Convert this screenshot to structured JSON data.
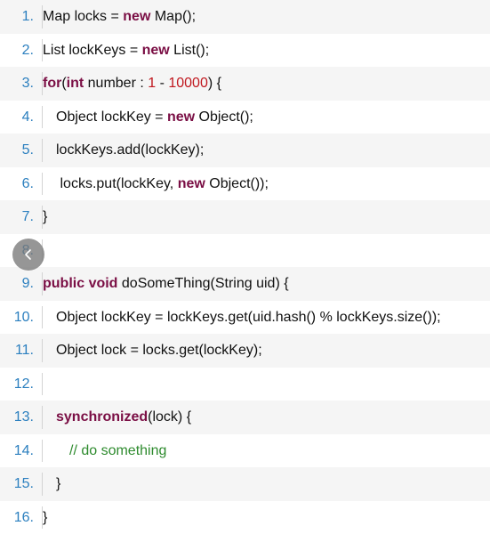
{
  "lines": [
    {
      "n": "1.",
      "indent": 0,
      "tokens": [
        [
          "t",
          "Map locks = "
        ],
        [
          "kw",
          "new"
        ],
        [
          "t",
          " Map();"
        ]
      ]
    },
    {
      "n": "2.",
      "indent": 0,
      "tokens": [
        [
          "t",
          "List lockKeys = "
        ],
        [
          "kw",
          "new"
        ],
        [
          "t",
          " List();"
        ]
      ]
    },
    {
      "n": "3.",
      "indent": 0,
      "tokens": [
        [
          "kw",
          "for"
        ],
        [
          "t",
          "("
        ],
        [
          "kw",
          "int"
        ],
        [
          "t",
          " number : "
        ],
        [
          "num",
          "1"
        ],
        [
          "t",
          " - "
        ],
        [
          "num",
          "10000"
        ],
        [
          "t",
          ") {"
        ]
      ]
    },
    {
      "n": "4.",
      "indent": 1,
      "tokens": [
        [
          "t",
          "Object lockKey = "
        ],
        [
          "kw",
          "new"
        ],
        [
          "t",
          " Object();"
        ]
      ]
    },
    {
      "n": "5.",
      "indent": 1,
      "tokens": [
        [
          "t",
          "lockKeys.add(lockKey);"
        ]
      ]
    },
    {
      "n": "6.",
      "indent": 1.3,
      "tokens": [
        [
          "t",
          "locks.put(lockKey, "
        ],
        [
          "kw",
          "new"
        ],
        [
          "t",
          " Object());"
        ]
      ]
    },
    {
      "n": "7.",
      "indent": 0,
      "tokens": [
        [
          "t",
          "}"
        ]
      ]
    },
    {
      "n": "8.",
      "indent": 0,
      "tokens": []
    },
    {
      "n": "9.",
      "indent": 0,
      "tokens": [
        [
          "kw",
          "public"
        ],
        [
          "t",
          " "
        ],
        [
          "kw",
          "void"
        ],
        [
          "t",
          " doSomeThing(String uid) {"
        ]
      ]
    },
    {
      "n": "10.",
      "indent": 1,
      "tokens": [
        [
          "t",
          "Object lockKey = lockKeys.get(uid.hash() % lockKeys.size());"
        ]
      ]
    },
    {
      "n": "11.",
      "indent": 1,
      "tokens": [
        [
          "t",
          "Object lock = locks.get(lockKey);"
        ]
      ]
    },
    {
      "n": "12.",
      "indent": 0,
      "tokens": []
    },
    {
      "n": "13.",
      "indent": 1,
      "tokens": [
        [
          "kw",
          "synchronized"
        ],
        [
          "t",
          "(lock) {"
        ]
      ]
    },
    {
      "n": "14.",
      "indent": 2,
      "tokens": [
        [
          "cm",
          "// do something"
        ]
      ]
    },
    {
      "n": "15.",
      "indent": 1,
      "tokens": [
        [
          "t",
          "}"
        ]
      ]
    },
    {
      "n": "16.",
      "indent": 0,
      "tokens": [
        [
          "t",
          "}"
        ]
      ]
    }
  ],
  "colors": {
    "line_number": "#2b7fbf",
    "keyword": "#7a0e44",
    "number": "#c0181f",
    "comment": "#2e8b2e",
    "alt_row": "#f5f5f5"
  },
  "scroll_button": {
    "icon": "chevron-left-icon"
  }
}
